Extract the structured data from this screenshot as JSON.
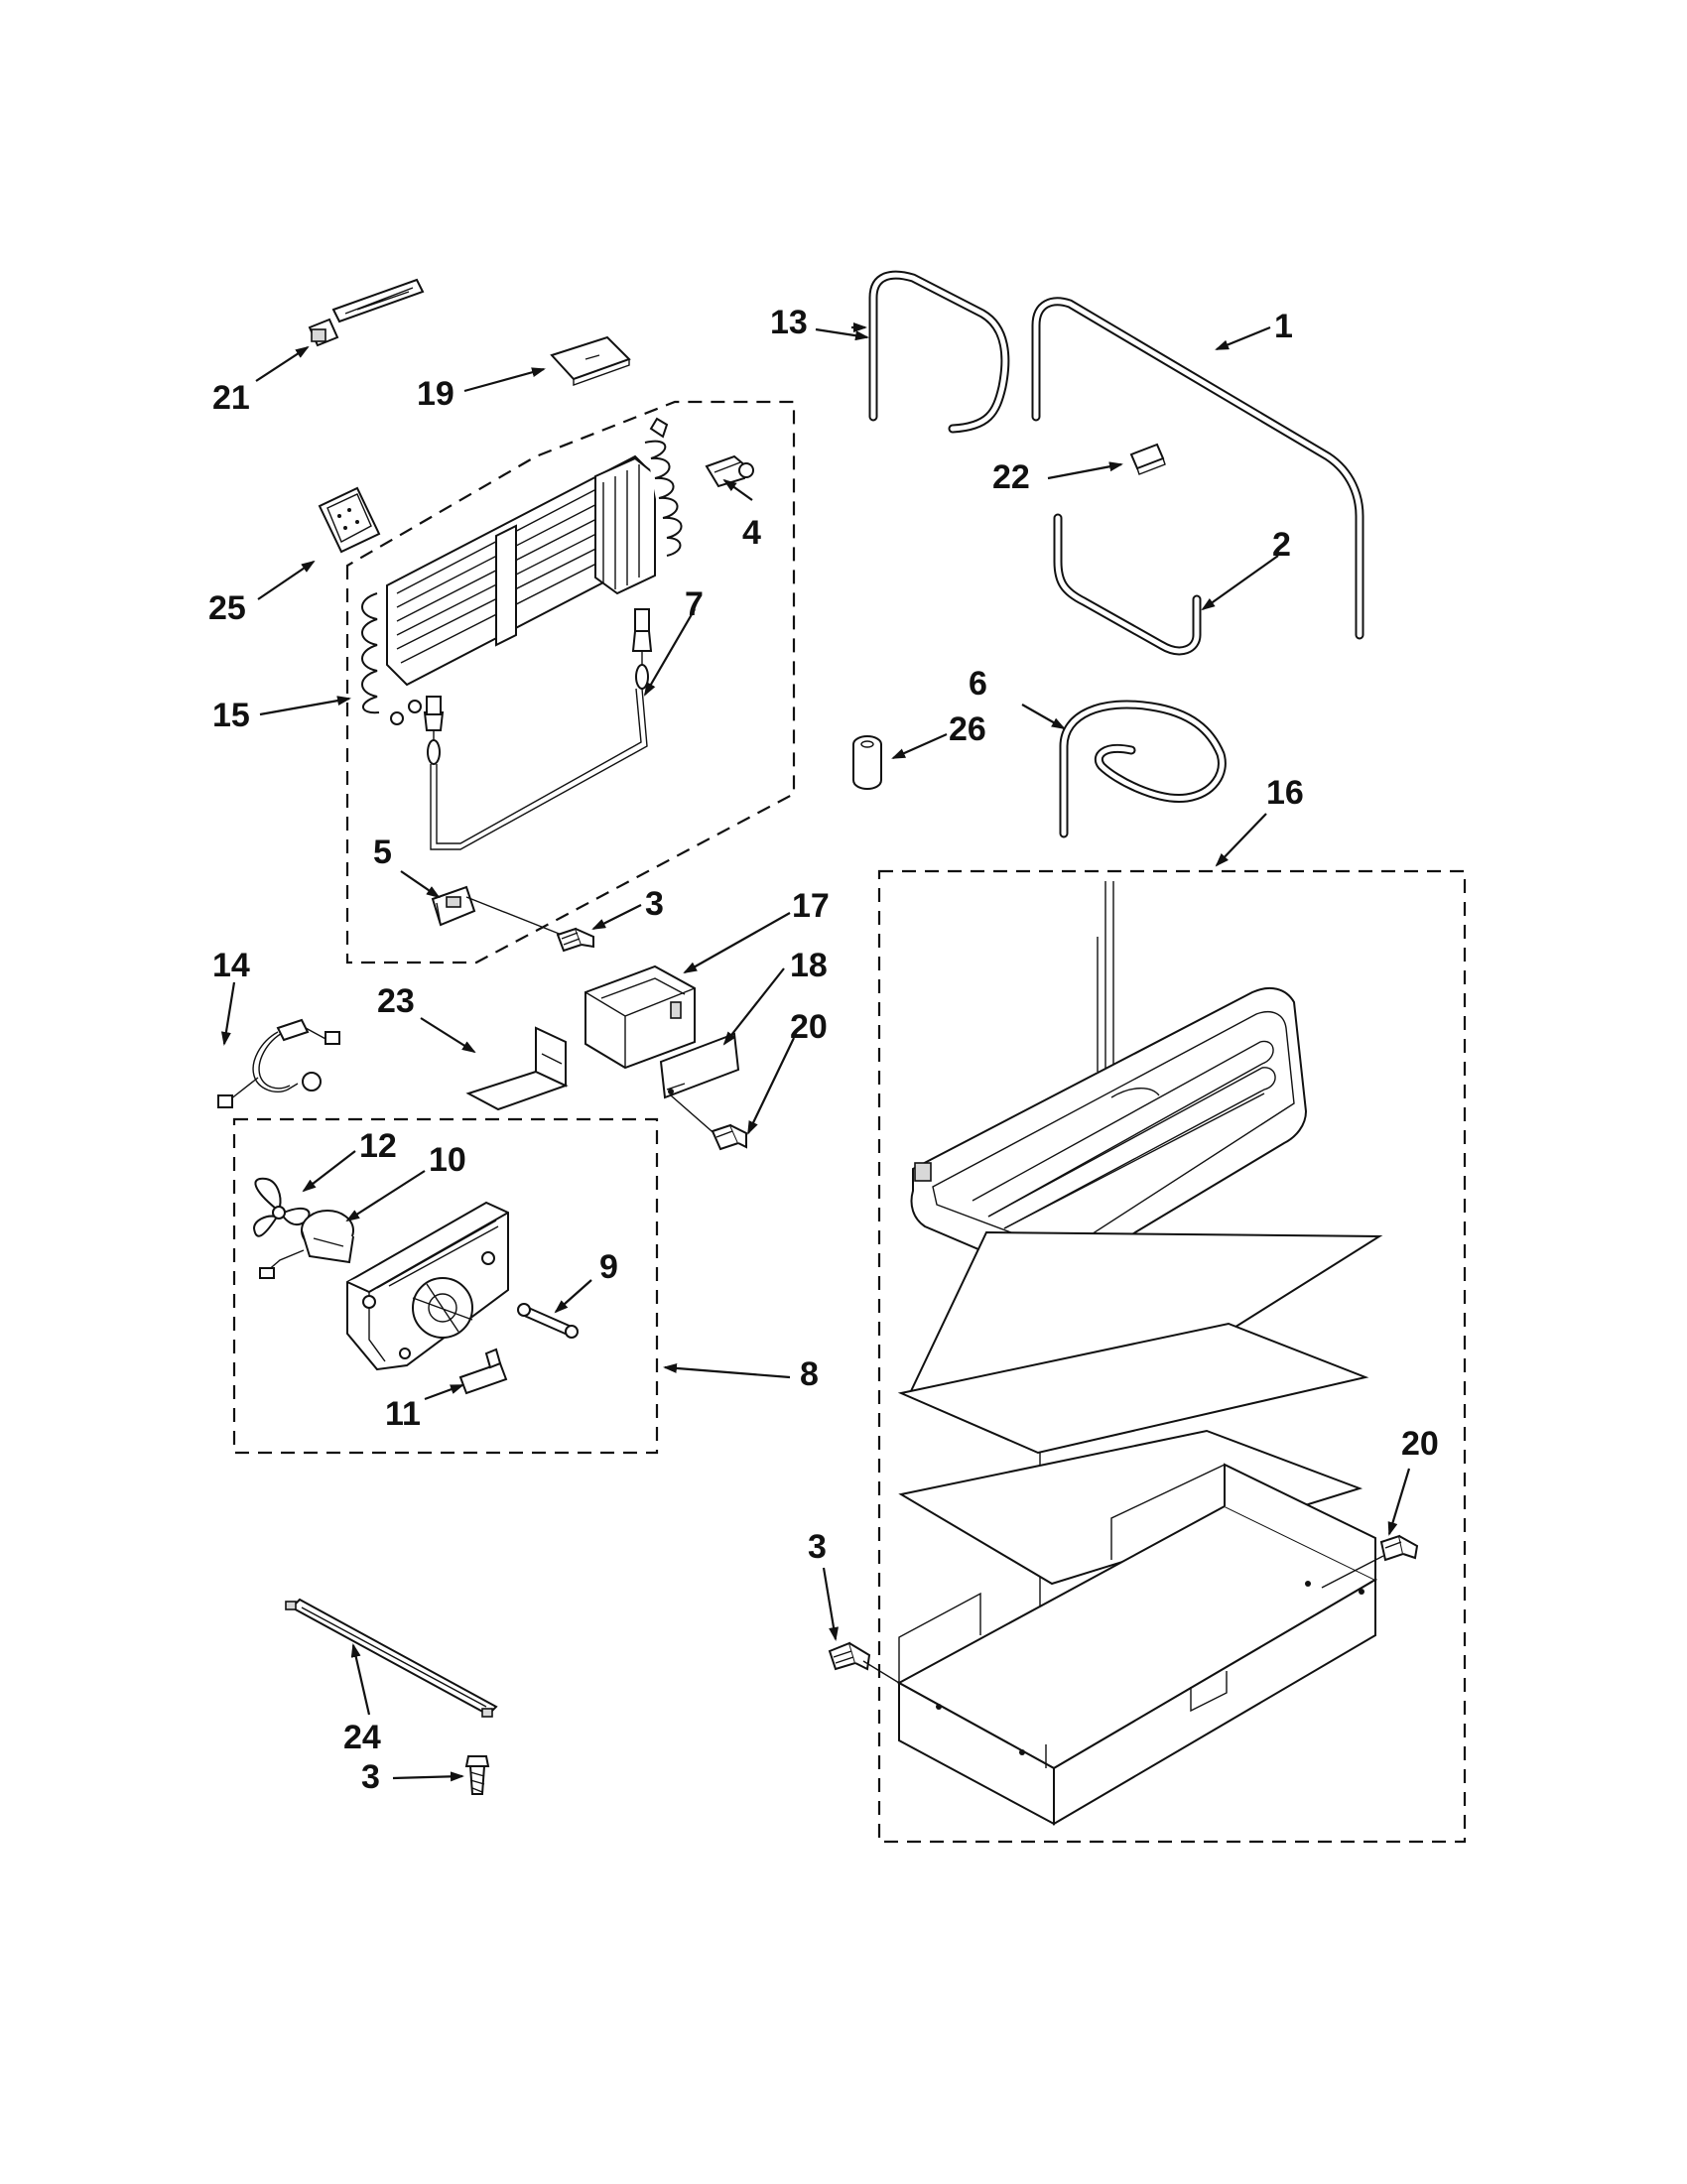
{
  "callouts": {
    "c1": "1",
    "c2": "2",
    "c3a": "3",
    "c3b": "3",
    "c3c": "3",
    "c4": "4",
    "c5": "5",
    "c6": "6",
    "c7": "7",
    "c8": "8",
    "c9": "9",
    "c10": "10",
    "c11": "11",
    "c12": "12",
    "c13": "13",
    "c14": "14",
    "c15": "15",
    "c16": "16",
    "c17": "17",
    "c18": "18",
    "c19": "19",
    "c20a": "20",
    "c20b": "20",
    "c21": "21",
    "c22": "22",
    "c23": "23",
    "c24": "24",
    "c25": "25",
    "c26": "26"
  },
  "colors": {
    "ink": "#111111",
    "paper": "#ffffff",
    "shade": "#d8d8d8"
  }
}
